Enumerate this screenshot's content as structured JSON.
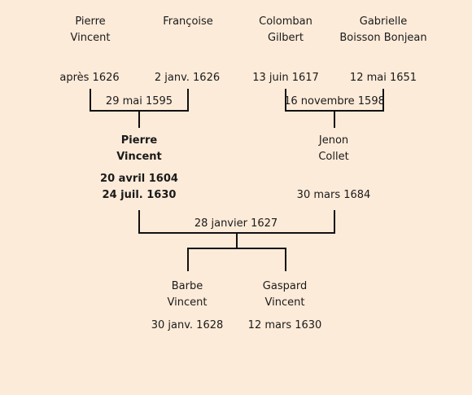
{
  "grandparents_paternal": {
    "father": {
      "first": "Pierre",
      "last": "Vincent",
      "date": "après 1626"
    },
    "mother": {
      "first": "Françoise",
      "last": "",
      "date": "2 janv. 1626"
    },
    "marriage": "29 mai 1595"
  },
  "grandparents_maternal": {
    "father": {
      "first": "Colomban",
      "last": "Gilbert",
      "date": "13 juin 1617"
    },
    "mother": {
      "first": "Gabrielle",
      "last": "Boisson Bonjean",
      "date": "12 mai 1651"
    },
    "marriage": "16 novembre 1598"
  },
  "parents": {
    "father": {
      "first": "Pierre",
      "last": "Vincent",
      "birth": "20 avril 1604",
      "death": "24 juil. 1630"
    },
    "mother": {
      "first": "Jenon",
      "last": "Collet",
      "date": "30 mars 1684"
    },
    "marriage": "28 janvier 1627"
  },
  "children": [
    {
      "first": "Barbe",
      "last": "Vincent",
      "date": "30 janv. 1628"
    },
    {
      "first": "Gaspard",
      "last": "Vincent",
      "date": "12 mars 1630"
    }
  ],
  "colors": {
    "background": "#fdebd9",
    "line": "#111111",
    "text": "#1a1a1a"
  }
}
